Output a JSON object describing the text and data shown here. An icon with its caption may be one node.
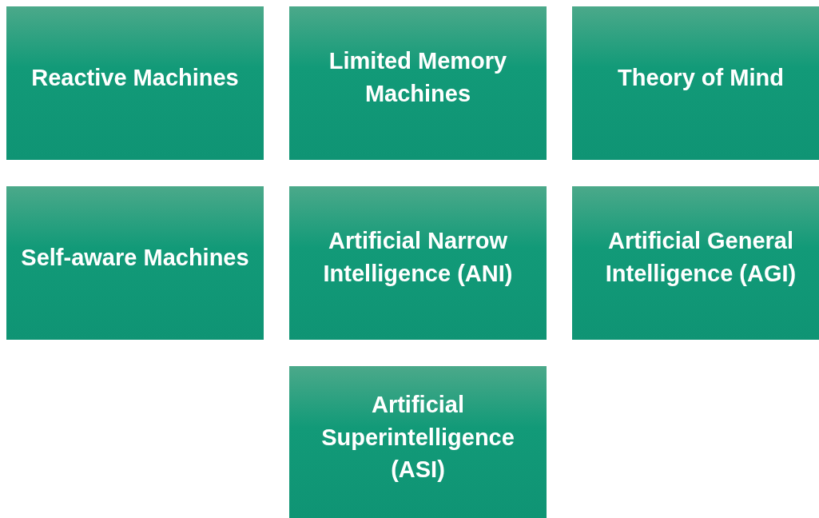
{
  "diagram": {
    "nodes": [
      {
        "text": [
          "Reactive Machines"
        ]
      },
      {
        "text": [
          "Limited Memory Machines"
        ]
      },
      {
        "text": [
          "Theory of Mind"
        ]
      },
      {
        "text": [
          "Self-aware Machines"
        ]
      },
      {
        "text": [
          "Artificial Narrow Intelligence (ANI)"
        ]
      },
      {
        "text": [
          "Artificial General Intelligence (AGI)"
        ]
      },
      {
        "text": [
          "Artificial Superintelligence (ASI)"
        ]
      }
    ]
  }
}
